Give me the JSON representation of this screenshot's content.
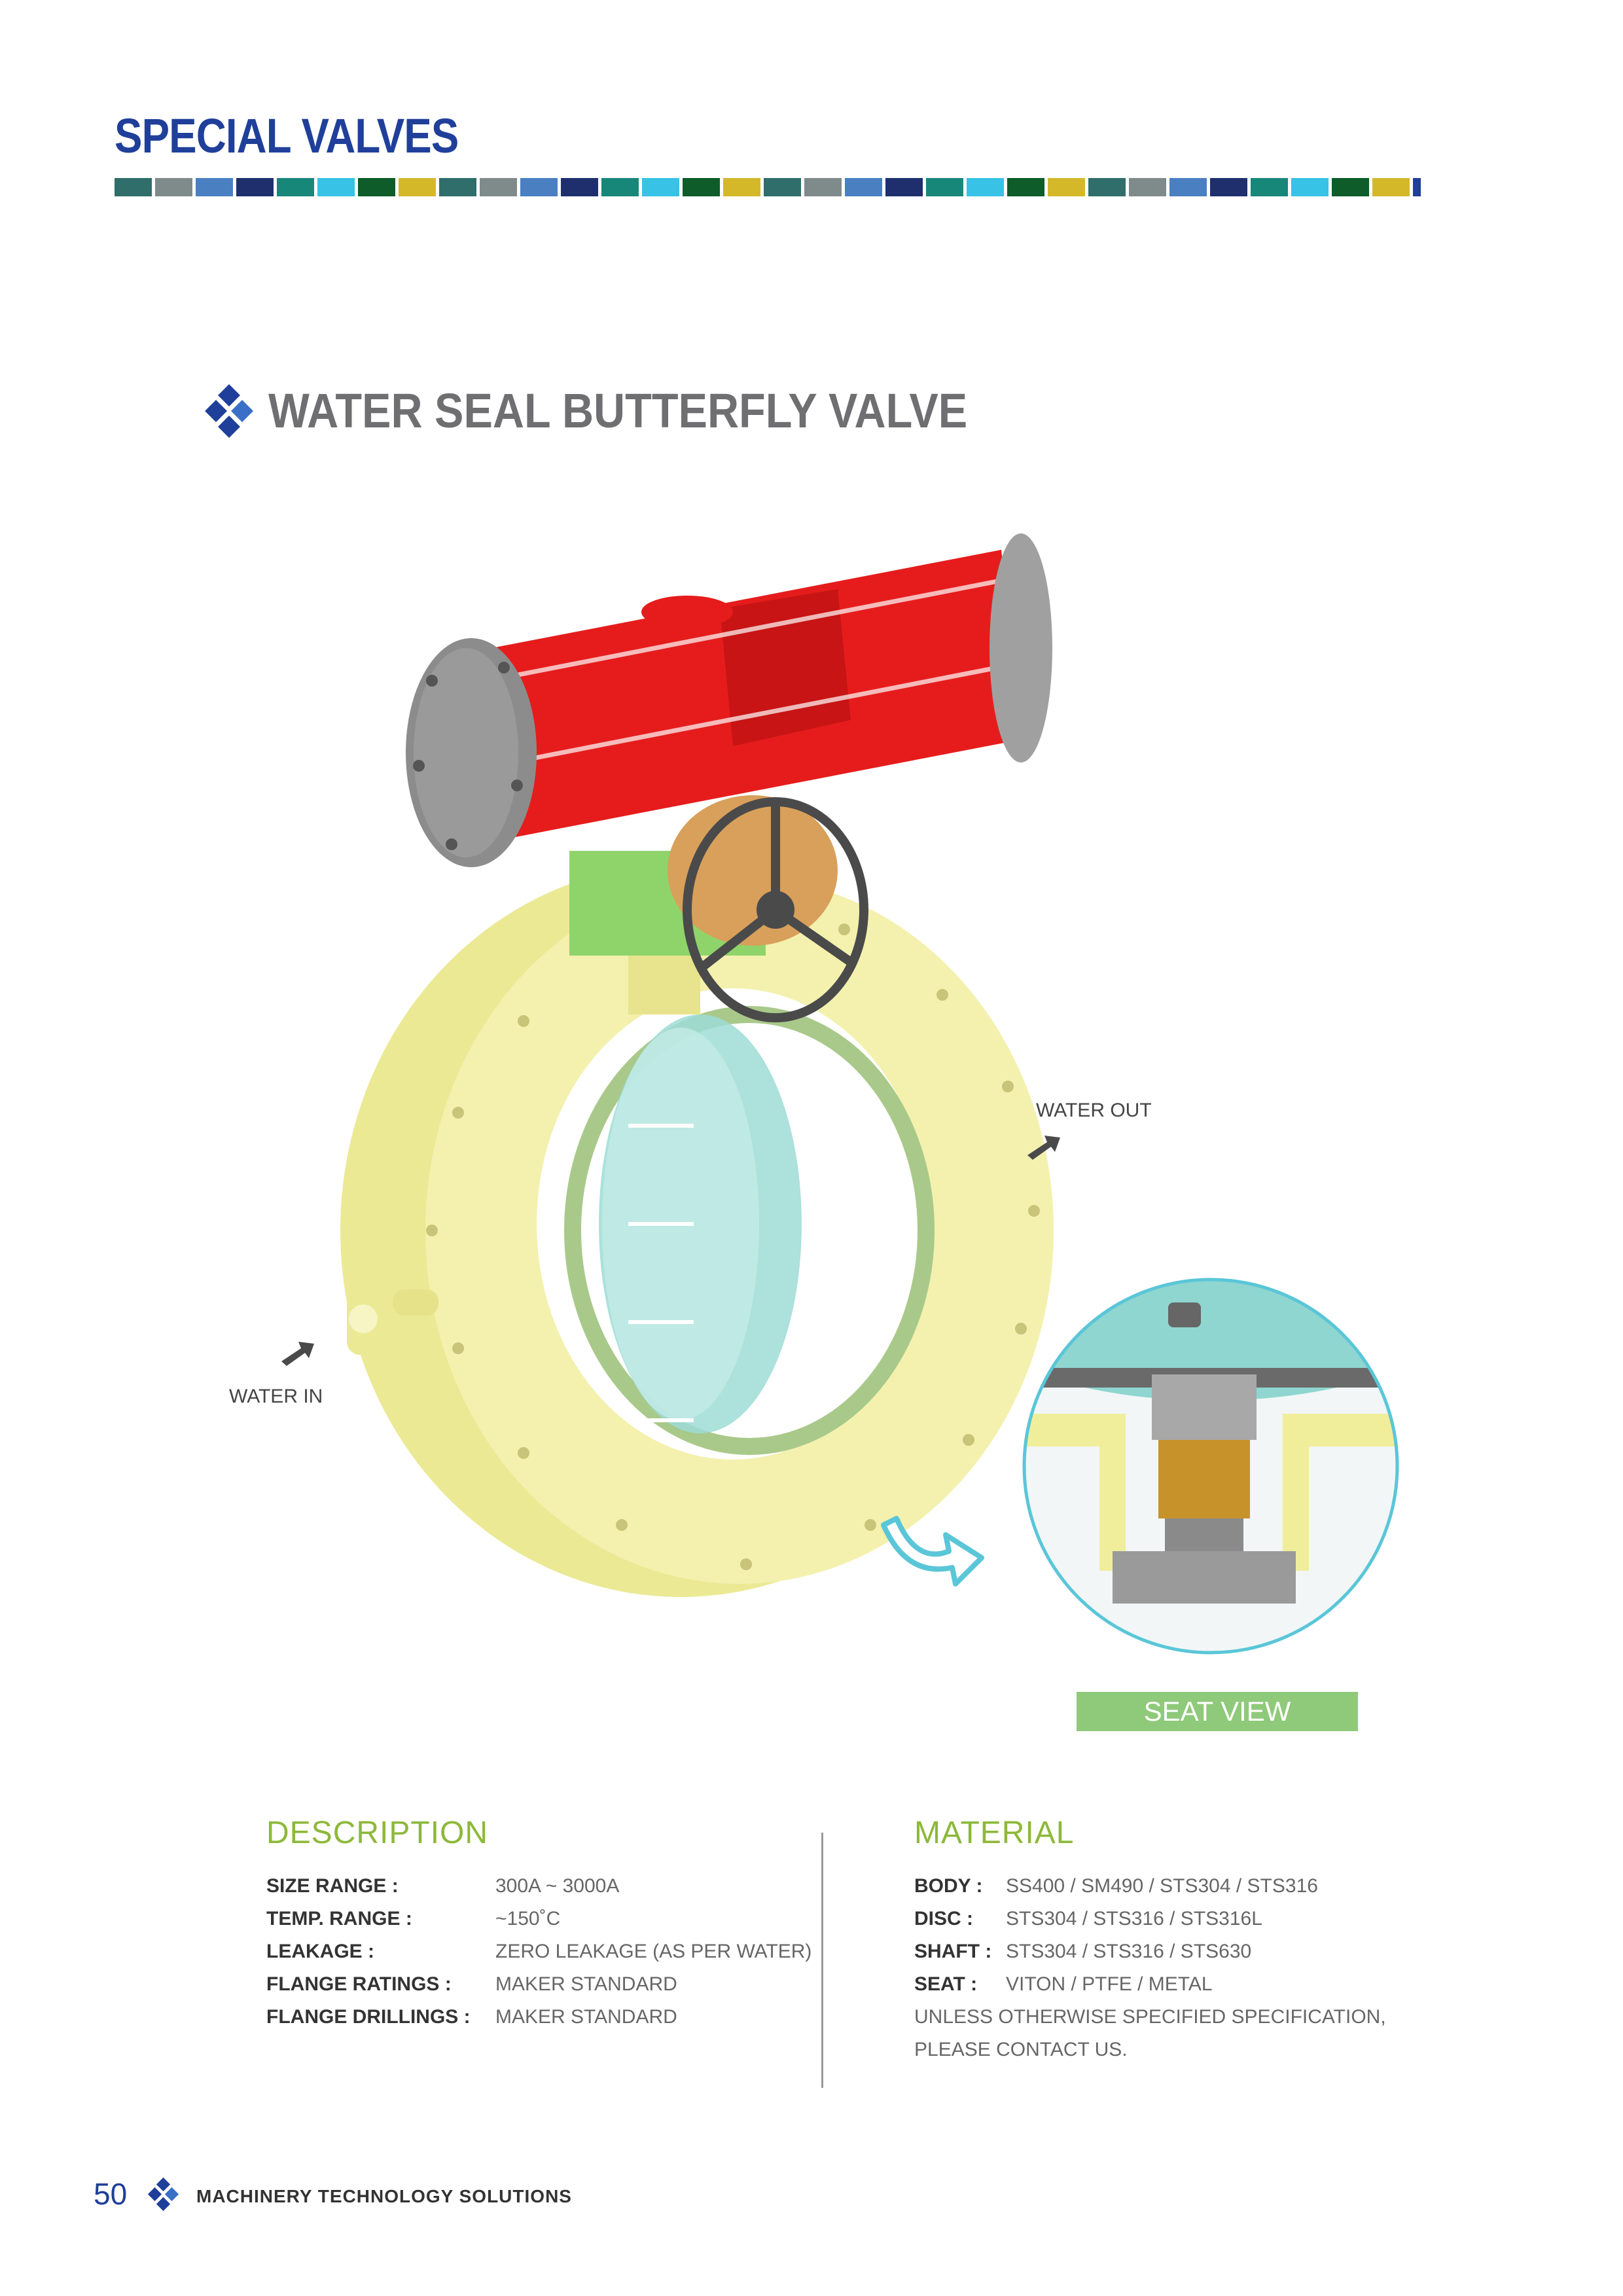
{
  "header": {
    "title": "SPECIAL VALVES",
    "strip_colors": [
      "#2f6e6a",
      "#7f8b8a",
      "#4a7fc2",
      "#1f2f6e",
      "#17877a",
      "#37c2e6",
      "#0e5c2a",
      "#d4b82a"
    ]
  },
  "product": {
    "title": "WATER SEAL BUTTERFLY VALVE",
    "icon": "blue-diamond-cluster-icon"
  },
  "illustration": {
    "water_out": "WATER OUT",
    "water_in": "WATER IN",
    "seat_view": "SEAT VIEW",
    "colors": {
      "actuator": "#e61c1c",
      "body": "#f0ee9a",
      "disc": "#8fd6d0",
      "bracket": "#8fd46a",
      "gearbox": "#d8a05a",
      "outline": "#5ac6d8"
    }
  },
  "description": {
    "title": "DESCRIPTION",
    "rows": [
      {
        "label": "SIZE RANGE :",
        "value": "300A ~ 3000A"
      },
      {
        "label": "TEMP. RANGE :",
        "value": "~150˚C"
      },
      {
        "label": "LEAKAGE :",
        "value": "ZERO LEAKAGE (AS PER WATER)"
      },
      {
        "label": "FLANGE RATINGS :",
        "value": "MAKER STANDARD"
      },
      {
        "label": "FLANGE DRILLINGS :",
        "value": "MAKER STANDARD"
      }
    ]
  },
  "material": {
    "title": "MATERIAL",
    "rows": [
      {
        "label": "BODY :",
        "value": "SS400 / SM490 / STS304 / STS316"
      },
      {
        "label": "DISC :",
        "value": "STS304 / STS316 / STS316L"
      },
      {
        "label": "SHAFT :",
        "value": "STS304 / STS316 / STS630"
      },
      {
        "label": "SEAT :",
        "value": "VITON / PTFE / METAL"
      }
    ],
    "note_line1": "UNLESS OTHERWISE SPECIFIED SPECIFICATION,",
    "note_line2": "PLEASE CONTACT US."
  },
  "footer": {
    "page_number": "50",
    "text": "MACHINERY TECHNOLOGY SOLUTIONS",
    "icon": "blue-diamond-cluster-icon"
  }
}
